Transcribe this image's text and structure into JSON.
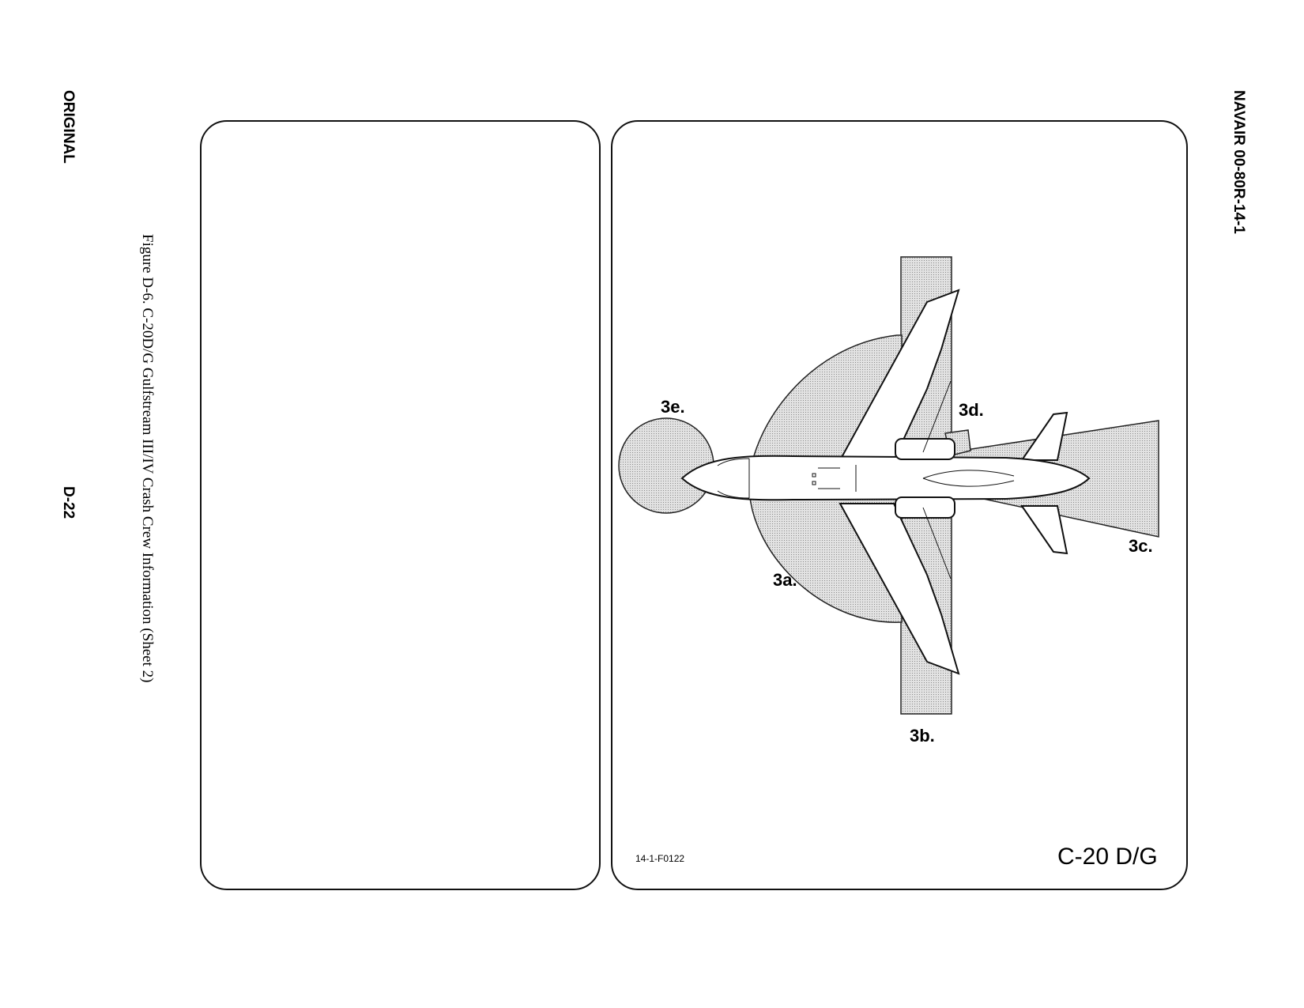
{
  "page": {
    "footer_left": "ORIGINAL",
    "page_number": "D-22",
    "doc_number": "NAVAIR 00-80R-14-1",
    "caption": "Figure D-6.  C-20D/G Gulfstream III/IV Crash Crew Information (Sheet 2)"
  },
  "figure": {
    "zones": {
      "a": "3a.",
      "b": "3b.",
      "c": "3c.",
      "d": "3d.",
      "e": "3e."
    },
    "figure_id": "14-1-F0122",
    "model": "C-20 D/G"
  }
}
